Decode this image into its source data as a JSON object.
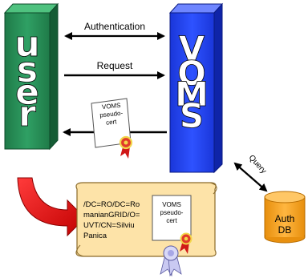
{
  "user_tower": {
    "letters": [
      "u",
      "s",
      "e",
      "r"
    ],
    "color": "#2b8a57"
  },
  "voms_tower": {
    "letters": [
      "V",
      "O",
      "M",
      "S"
    ],
    "color": "#1f3fe6"
  },
  "arrows": {
    "authentication_label": "Authentication",
    "request_label": "Request",
    "query_label": "Query"
  },
  "pseudo_cert": {
    "line1": "VOMS",
    "line2": "pseudo-",
    "line3": "cert"
  },
  "scroll": {
    "line1": "/DC=RO/DC=Ro",
    "line2": "manianGRID/O=",
    "line3": "UVT/CN=Silviu",
    "line4": "Panica",
    "cert_line1": "VOMS",
    "cert_line2": "pseudo-",
    "cert_line3": "cert",
    "color": "#fde3a8"
  },
  "auth_db": {
    "line1": "Auth",
    "line2": "DB",
    "color": "#f5a623"
  }
}
